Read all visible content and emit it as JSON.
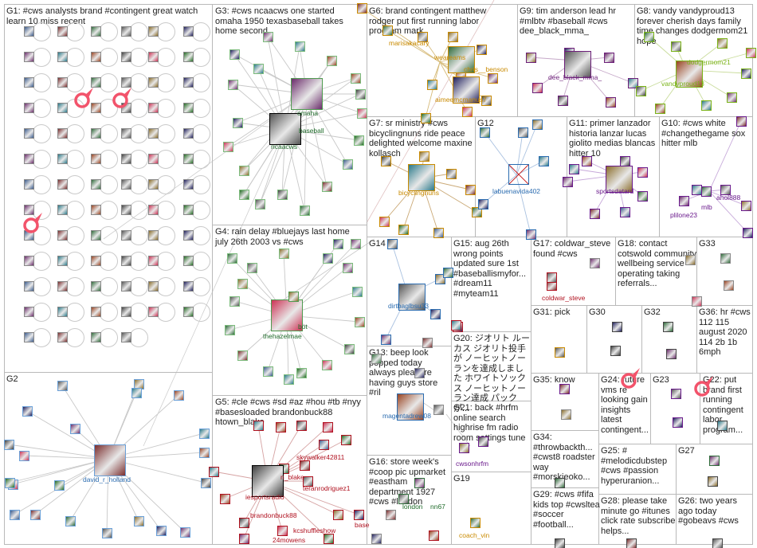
{
  "groups": [
    {
      "id": "G1",
      "title": "G1: #cws analysts brand #contingent great watch learn 10 miss recent"
    },
    {
      "id": "G2",
      "title": "G2"
    },
    {
      "id": "G3",
      "title": "G3: #cws ncaacws one started omaha 1950 texasbaseball takes home second"
    },
    {
      "id": "G4",
      "title": "G4: rain delay #bluejays last home july 26th 2003 vs #cws"
    },
    {
      "id": "G5",
      "title": "G5: #cle #cws #sd #az #hou #tb #nyy #basesloaded brandonbuck88 htown_blake"
    },
    {
      "id": "G6",
      "title": "G6: brand contingent matthew rodger put first running labor program mark"
    },
    {
      "id": "G7",
      "title": "G7: sr ministry #cws bicyclingnuns ride peace delighted welcome maxine kollasch"
    },
    {
      "id": "G8",
      "title": "G8: vandy vandyproud13 forever cherish days family time changes dodgermom21 hope"
    },
    {
      "id": "G9",
      "title": "G9: tim anderson lead hr #mlbtv #baseball #cws dee_black_mma_"
    },
    {
      "id": "G10",
      "title": "G10: #cws white #changethegame sox hitter mlb"
    },
    {
      "id": "G11",
      "title": "G11: primer lanzador historia lanzar lucas giolito medias blancas hitter 10"
    },
    {
      "id": "G12",
      "title": "G12"
    },
    {
      "id": "G13",
      "title": "G13: beep look popped today always pleasure having guys store #ril"
    },
    {
      "id": "G14",
      "title": "G14"
    },
    {
      "id": "G15",
      "title": "G15: aug 26th wrong points updated sure 1st #baseballismyfor... #dream11 #myteam11"
    },
    {
      "id": "G16",
      "title": "G16: store week's #coop pic upmarket #eastham department 1927 #cws #london"
    },
    {
      "id": "G17",
      "title": "G17: coldwar_steve found #cws"
    },
    {
      "id": "G18",
      "title": "G18: contact cotswold community wellbeing service operating taking referrals..."
    },
    {
      "id": "G19",
      "title": "G19"
    },
    {
      "id": "G20",
      "title": "G20: ジオリト ルーカス ジオリト投手が ノーヒットノーランを達成しました ホワイトソックス ノーヒットノーラン達成 パックが..."
    },
    {
      "id": "G21",
      "title": "G21: back #hrfm online search highrise fm radio room settings tune"
    },
    {
      "id": "G22",
      "title": "G22: put brand first running contingent labor program..."
    },
    {
      "id": "G23",
      "title": "G23"
    },
    {
      "id": "G24",
      "title": "G24: future vms re looking gain insights latest contingent..."
    },
    {
      "id": "G25",
      "title": "G25: # #melodicdubstep #cws #passion hyperuranion..."
    },
    {
      "id": "G26",
      "title": "G26: two years ago today #gobeavs #cws"
    },
    {
      "id": "G27",
      "title": "G27"
    },
    {
      "id": "G28",
      "title": "G28: please take minute go #itunes click rate subscribe helps..."
    },
    {
      "id": "G29",
      "title": "G29: #cws #fifa kids top #cwsltea #soccer #football..."
    },
    {
      "id": "G30",
      "title": "G30"
    },
    {
      "id": "G31",
      "title": "G31: pick"
    },
    {
      "id": "G32",
      "title": "G32"
    },
    {
      "id": "G33",
      "title": "G33"
    },
    {
      "id": "G34",
      "title": "G34: #throwbackth... #cwst8 roadster way #morskieoko..."
    },
    {
      "id": "G35",
      "title": "G35: know"
    },
    {
      "id": "G36",
      "title": "G36: hr #cws 112 115 august 2020 114 2b 1b 6mph"
    }
  ],
  "labels": {
    "david_r_holland": "david_r_holland",
    "omaha": "omaha",
    "baseball": "baseball",
    "ncaacws": "ncaacws",
    "thehazelmae": "thehazelmae",
    "bot": "bot",
    "skywalker42811": "skywalker42811",
    "n_blake": "n_blake",
    "teranrodriguez1": "teranrodriguez1",
    "iesportsradio": "iesportsradio",
    "brandonbuck88": "brandonbuck88",
    "kcshuffleshow": "kcshuffleshow",
    "24mowens": "24mowens",
    "base": "base",
    "marisakacary": "marisakacary",
    "weareams": "weareams",
    "chris_benson": "chris__benson",
    "aimeemcmanus7": "aimeemcmanus7",
    "dee_black_mma_": "dee_black_mma_",
    "dodgermom21": "dodgermom21",
    "vandyproud13": "vandyproud13",
    "bicyclingnuns": "bicyclingnuns",
    "labuenavida402": "labuenavida402",
    "sportsdatard": "sportsdatard",
    "ahol888": "ahol888",
    "mlb": "mlb",
    "plilone23": "plilone23",
    "dirtbaglbsu33": "dirtbaglbsu33",
    "coldwar_steve": "coldwar_steve",
    "magentadrew08": "magentadrew08",
    "cwsonhrfm": "cwsonhrfm",
    "london": "london",
    "coach_vin": "coach_vin",
    "nn67": "nn67"
  },
  "colors": {
    "border": "#b9b9b9",
    "edge": "#c8c8c8",
    "pin": "#f2536b",
    "g2_label": "#2b6cb0",
    "g3_label": "#1f6b2a",
    "g5_label": "#b0111f",
    "g6_label": "#c98a00",
    "g8_label": "#7ab317",
    "g9_label": "#6d1f7a",
    "g11_label": "#6a1a8c",
    "g10_label": "#6a1a8c"
  }
}
